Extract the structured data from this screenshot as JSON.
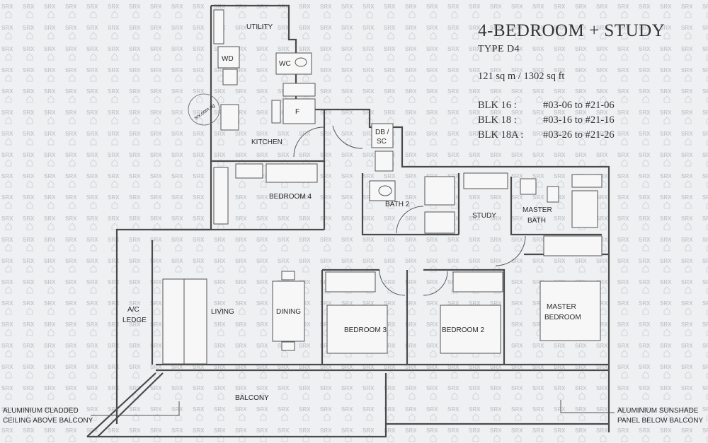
{
  "header": {
    "title": "4-BEDROOM + STUDY",
    "subtitle": "TYPE D4",
    "area": "121 sq m / 1302 sq ft",
    "blocks": [
      {
        "name": "BLK 16 :",
        "range": "#03-06 to #21-06"
      },
      {
        "name": "BLK 18 :",
        "range": "#03-16 to #21-16"
      },
      {
        "name": "BLK 18A :",
        "range": "#03-26 to #21-26"
      }
    ]
  },
  "rooms": {
    "utility": "UTILITY",
    "wd": "WD",
    "wc": "WC",
    "fridge": "F",
    "kitchen": "KITCHEN",
    "db_sc_1": "DB /",
    "db_sc_2": "SC",
    "bedroom4": "BEDROOM 4",
    "bath2": "BATH 2",
    "study": "STUDY",
    "master_bath_1": "MASTER",
    "master_bath_2": "BATH",
    "ac_ledge_1": "A/C",
    "ac_ledge_2": "LEDGE",
    "living": "LIVING",
    "dining": "DINING",
    "bedroom3": "BEDROOM 3",
    "bedroom2": "BEDROOM 2",
    "master_bedroom_1": "MASTER",
    "master_bedroom_2": "BEDROOM",
    "balcony": "BALCONY"
  },
  "notes": {
    "left_1": "ALUMINIUM CLADDED",
    "left_2": "CEILING ABOVE BALCONY",
    "right_1": "ALUMINIUM SUNSHADE",
    "right_2": "PANEL BELOW BALCONY"
  },
  "watermark": {
    "text": "SRX",
    "stamp": "srx.com.sg"
  }
}
